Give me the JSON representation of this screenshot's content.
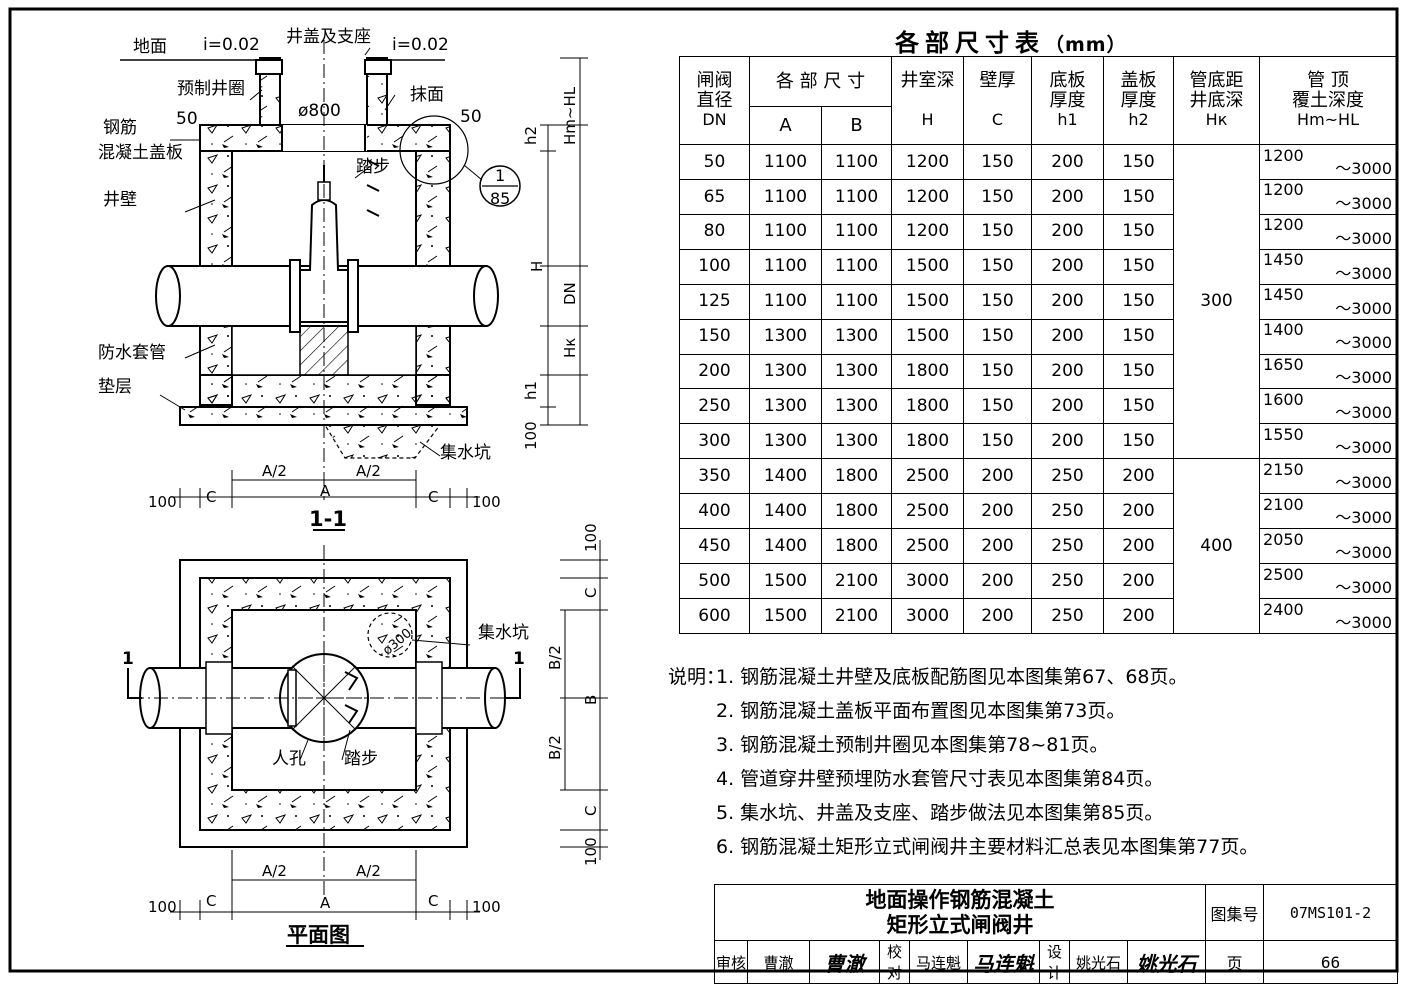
{
  "drawing": {
    "section": {
      "title": "1-1",
      "labels": {
        "ground": "地面",
        "slope_left": "i=0.02",
        "slope_right": "i=0.02",
        "cover_seat": "井盖及支座",
        "precast_ring": "预制井圈",
        "plaster": "抹面",
        "dim_50_left": "50",
        "dim_50_right": "50",
        "diameter": "ø800",
        "rc_slab_1": "钢筋",
        "rc_slab_2": "混凝土盖板",
        "step": "踏步",
        "wall": "井壁",
        "sleeve": "防水套管",
        "cushion": "垫层",
        "sump": "集水坑",
        "detail_top": "1",
        "detail_bottom": "85",
        "v_h2": "h2",
        "v_hmhl": "Hm~HL",
        "v_H": "H",
        "v_DN": "DN",
        "v_Hk": "Hк",
        "v_h1": "h1",
        "v_100": "100",
        "a2_left": "A/2",
        "a2_right": "A/2",
        "a": "A",
        "c_left": "C",
        "c_right": "C",
        "hundred_left": "100",
        "hundred_right": "100"
      }
    },
    "plan": {
      "title": "平面图",
      "labels": {
        "sump": "集水坑",
        "sump_dia": "ø300",
        "cut_left": "1",
        "cut_right": "1",
        "manhole": "人孔",
        "step": "踏步",
        "v_100_top": "100",
        "v_c_top": "C",
        "v_b2_top": "B/2",
        "v_b": "B",
        "v_b2_bottom": "B/2",
        "v_c_bottom": "C",
        "v_100_bottom": "100",
        "a2_left": "A/2",
        "a2_right": "A/2",
        "a": "A",
        "c_left": "C",
        "c_right": "C",
        "hundred_left": "100",
        "hundred_right": "100"
      }
    }
  },
  "size_table": {
    "title": "各部尺寸表",
    "unit": "（mm）",
    "headers": {
      "dn_1": "闸阀",
      "dn_2": "直径",
      "dn_3": "DN",
      "dims": "各 部 尺 寸",
      "a": "A",
      "b": "B",
      "h_1": "井室深",
      "h_2": "H",
      "c_1": "壁厚",
      "c_2": "C",
      "h1_1": "底板",
      "h1_2": "厚度",
      "h1_3": "h1",
      "h2_1": "盖板",
      "h2_2": "厚度",
      "h2_3": "h2",
      "hk_1": "管底距",
      "hk_2": "井底深",
      "hk_3": "Hк",
      "cover_1": "管 顶",
      "cover_2": "覆土深度",
      "cover_3": "Hm~HL"
    },
    "rows": [
      {
        "dn": "50",
        "a": "1100",
        "b": "1100",
        "h": "1200",
        "c": "150",
        "h1": "200",
        "h2": "150",
        "cover_min": "1200",
        "cover_max": "～3000"
      },
      {
        "dn": "65",
        "a": "1100",
        "b": "1100",
        "h": "1200",
        "c": "150",
        "h1": "200",
        "h2": "150",
        "cover_min": "1200",
        "cover_max": "～3000"
      },
      {
        "dn": "80",
        "a": "1100",
        "b": "1100",
        "h": "1200",
        "c": "150",
        "h1": "200",
        "h2": "150",
        "cover_min": "1200",
        "cover_max": "～3000"
      },
      {
        "dn": "100",
        "a": "1100",
        "b": "1100",
        "h": "1500",
        "c": "150",
        "h1": "200",
        "h2": "150",
        "cover_min": "1450",
        "cover_max": "～3000"
      },
      {
        "dn": "125",
        "a": "1100",
        "b": "1100",
        "h": "1500",
        "c": "150",
        "h1": "200",
        "h2": "150",
        "cover_min": "1450",
        "cover_max": "～3000"
      },
      {
        "dn": "150",
        "a": "1300",
        "b": "1300",
        "h": "1500",
        "c": "150",
        "h1": "200",
        "h2": "150",
        "cover_min": "1400",
        "cover_max": "～3000"
      },
      {
        "dn": "200",
        "a": "1300",
        "b": "1300",
        "h": "1800",
        "c": "150",
        "h1": "200",
        "h2": "150",
        "cover_min": "1650",
        "cover_max": "～3000"
      },
      {
        "dn": "250",
        "a": "1300",
        "b": "1300",
        "h": "1800",
        "c": "150",
        "h1": "200",
        "h2": "150",
        "cover_min": "1600",
        "cover_max": "～3000"
      },
      {
        "dn": "300",
        "a": "1300",
        "b": "1300",
        "h": "1800",
        "c": "150",
        "h1": "200",
        "h2": "150",
        "cover_min": "1550",
        "cover_max": "～3000"
      },
      {
        "dn": "350",
        "a": "1400",
        "b": "1800",
        "h": "2500",
        "c": "200",
        "h1": "250",
        "h2": "200",
        "cover_min": "2150",
        "cover_max": "～3000"
      },
      {
        "dn": "400",
        "a": "1400",
        "b": "1800",
        "h": "2500",
        "c": "200",
        "h1": "250",
        "h2": "200",
        "cover_min": "2100",
        "cover_max": "～3000"
      },
      {
        "dn": "450",
        "a": "1400",
        "b": "1800",
        "h": "2500",
        "c": "200",
        "h1": "250",
        "h2": "200",
        "cover_min": "2050",
        "cover_max": "～3000"
      },
      {
        "dn": "500",
        "a": "1500",
        "b": "2100",
        "h": "3000",
        "c": "200",
        "h1": "250",
        "h2": "200",
        "cover_min": "2500",
        "cover_max": "～3000"
      },
      {
        "dn": "600",
        "a": "1500",
        "b": "2100",
        "h": "3000",
        "c": "200",
        "h1": "250",
        "h2": "200",
        "cover_min": "2400",
        "cover_max": "～3000"
      }
    ],
    "hk_group_1": "300",
    "hk_group_2": "400"
  },
  "notes": {
    "label": "说明：",
    "items": [
      "1. 钢筋混凝土井壁及底板配筋图见本图集第67、68页。",
      "2. 钢筋混凝土盖板平面布置图见本图集第73页。",
      "3. 钢筋混凝土预制井圈见本图集第78~81页。",
      "4. 管道穿井壁预埋防水套管尺寸表见本图集第84页。",
      "5. 集水坑、井盖及支座、踏步做法见本图集第85页。",
      "6. 钢筋混凝土矩形立式闸阀井主要材料汇总表见本图集第77页。"
    ]
  },
  "title_block": {
    "title_line1": "地面操作钢筋混凝土",
    "title_line2": "矩形立式闸阀井",
    "atlas_label": "图集号",
    "atlas_no": "07MS101-2",
    "review_label": "审核",
    "reviewer": "曹澈",
    "reviewer_sign": "曹澈",
    "check_label": "校对",
    "checker": "马连魁",
    "checker_sign": "马连魁",
    "design_label": "设计",
    "designer": "姚光石",
    "designer_sign": "姚光石",
    "page_label": "页",
    "page_no": "66"
  }
}
